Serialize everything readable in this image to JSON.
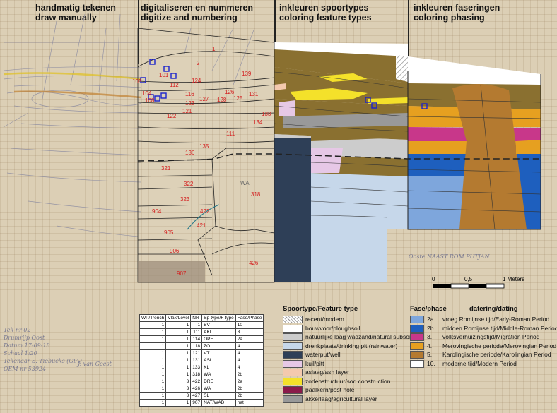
{
  "headers": [
    {
      "text": "handmatig tekenen\ndraw manually"
    },
    {
      "text": "digitaliseren en nummeren\ndigitize and numbering"
    },
    {
      "text": "inkleuren spoortypes\ncoloring feature types"
    },
    {
      "text": "inkleuren faseringen\ncoloring phasing"
    }
  ],
  "feature_labels": [
    "1",
    "2",
    "101",
    "103",
    "104",
    "108",
    "111",
    "112",
    "116",
    "121",
    "122",
    "123",
    "124",
    "125",
    "126",
    "127",
    "128",
    "131",
    "133",
    "134",
    "135",
    "136",
    "139",
    "318",
    "321",
    "322",
    "323",
    "421",
    "422",
    "426",
    "904",
    "905",
    "906",
    "907",
    "WA"
  ],
  "scale": {
    "ticks": [
      "0",
      "0,5",
      "1 Meters"
    ]
  },
  "table": {
    "headers": [
      "WP/Trench",
      "Vlak/Level",
      "NR",
      "Sp-type/F-type",
      "Fase/Phase"
    ],
    "rows": [
      [
        "1",
        "1",
        "1",
        "BV",
        "10"
      ],
      [
        "1",
        "1",
        "111",
        "AKL",
        "3"
      ],
      [
        "1",
        "1",
        "114",
        "OPH",
        "2a"
      ],
      [
        "1",
        "1",
        "118",
        "ZO",
        "4"
      ],
      [
        "1",
        "1",
        "121",
        "VT",
        "4"
      ],
      [
        "1",
        "1",
        "131",
        "ASL",
        "4"
      ],
      [
        "1",
        "1",
        "133",
        "KL",
        "4"
      ],
      [
        "1",
        "1",
        "318",
        "WA",
        "2b"
      ],
      [
        "1",
        "3",
        "422",
        "DRE",
        "2a"
      ],
      [
        "1",
        "3",
        "426",
        "WA",
        "2b"
      ],
      [
        "1",
        "3",
        "427",
        "SL",
        "2b"
      ],
      [
        "1",
        "1",
        "907",
        "NAT/WAD",
        "nat"
      ]
    ]
  },
  "feature_legend": {
    "title": "Spoortype/Feature type",
    "items": [
      {
        "label": "recent/modern",
        "color": "#ffffff",
        "hatch": true
      },
      {
        "label": "bouwvoor/ploughsoil",
        "color": "#ffffff"
      },
      {
        "label": "natuurlijke laag wadzand/natural subsoil",
        "color": "#cccccc"
      },
      {
        "label": "drenkplaats/drinking pit (rainwater)",
        "color": "#c6d7ea"
      },
      {
        "label": "waterput/well",
        "color": "#2e3f57"
      },
      {
        "label": "kuil/pitt",
        "color": "#e6c8e6"
      },
      {
        "label": "aslaag/ash layer",
        "color": "#f4c9ae"
      },
      {
        "label": "zodenstructuur/sod construction",
        "color": "#f4e12a"
      },
      {
        "label": "paalkern/post hole",
        "color": "#8a1a4a"
      },
      {
        "label": "akkerlaag/agricultural layer",
        "color": "#999999"
      }
    ]
  },
  "phase_legend": {
    "title": "Fase/phase",
    "title2": "datering/dating",
    "items": [
      {
        "code": "2a.",
        "label": "vroeg Romijnse tijd/Early-Roman Period",
        "color": "#7ea6dc"
      },
      {
        "code": "2b.",
        "label": "midden Romijnse tijd/Middle-Roman Period",
        "color": "#1e5fbe"
      },
      {
        "code": "3.",
        "label": "volksverhuizingstijd/Migration Period",
        "color": "#c8378a"
      },
      {
        "code": "4.",
        "label": "Merovingische periode/Merovingian Period",
        "color": "#e6a020"
      },
      {
        "code": "5.",
        "label": "Karolingische periode/Karolingian Period",
        "color": "#b47a30"
      },
      {
        "code": "10.",
        "label": "moderne tijd/Modern Period",
        "color": "#ffffff"
      }
    ]
  },
  "handwriting": {
    "block": "Tek nr 02\nDrumrijp Oost\nDatum 17-09-18\nSchaal 1:20\nTekenaar S. Tiebucks (GIA)\nOEM nr 53924",
    "note": "Ooste NAAST ROM PUTJAN",
    "initials": "J. van Geest"
  },
  "colors": {
    "plough": "#ffffff",
    "sod": "#f4e12a",
    "ash": "#f4c9ae",
    "subsoil": "#cccccc",
    "agri": "#999999",
    "well": "#2e3f57",
    "drink": "#c6d7ea",
    "pit": "#e6c8e6",
    "brownLayer": "#8a7030",
    "roman_early": "#7ea6dc",
    "roman_mid": "#1e5fbe",
    "migration": "#c8378a",
    "merovingian": "#e6a020",
    "karolingian": "#b47a30"
  }
}
